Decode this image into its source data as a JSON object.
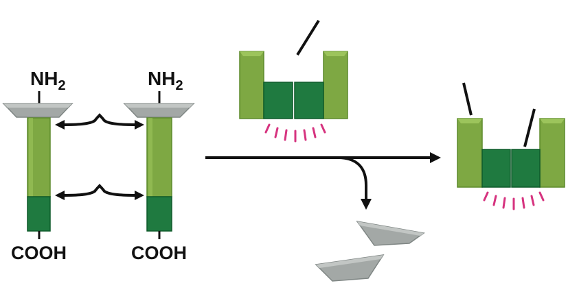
{
  "labels": {
    "left_n_terminus": "NH",
    "right_n_terminus": "NH",
    "subscript": "2",
    "left_c_terminus": "COOH",
    "right_c_terminus": "COOH"
  },
  "colors": {
    "background": "#ffffff",
    "light_green": "#7ea843",
    "light_green_edge": "#5d8a2c",
    "light_green_highlight": "#9cc45c",
    "dark_green": "#1f7a40",
    "dark_green_edge": "#0f5a2a",
    "grey_cap": "#a3a8a6",
    "grey_edge": "#7f8684",
    "magenta_ticks": "#d6337f",
    "black": "#111111"
  }
}
